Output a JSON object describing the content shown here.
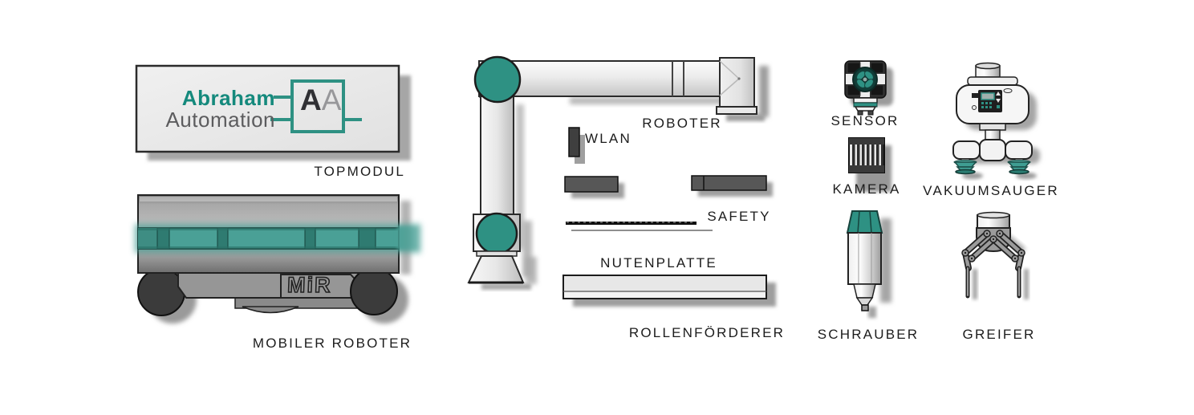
{
  "colors": {
    "teal": "#2e9183",
    "teal_band": "#4aa096",
    "teal_divider": "#2f7b71",
    "teal_logo": "#14897c",
    "label": "#1c1c1c"
  },
  "brand": {
    "line1": "Abraham",
    "line2": "Automation",
    "monogram_bold": "A",
    "monogram_light": "A"
  },
  "mobile_robot": {
    "brand": "MiR"
  },
  "labels": {
    "topmodul": "TOPMODUL",
    "mobiler_roboter": "MOBILER ROBOTER",
    "roboter": "ROBOTER",
    "wlan": "WLAN",
    "safety": "SAFETY",
    "nutenplatte": "NUTENPLATTE",
    "rollenfoerderer": "ROLLENFÖRDERER",
    "sensor": "SENSOR",
    "kamera": "KAMERA",
    "vakuumsauger": "VAKUUMSAUGER",
    "schrauber": "SCHRAUBER",
    "greifer": "GREIFER"
  }
}
